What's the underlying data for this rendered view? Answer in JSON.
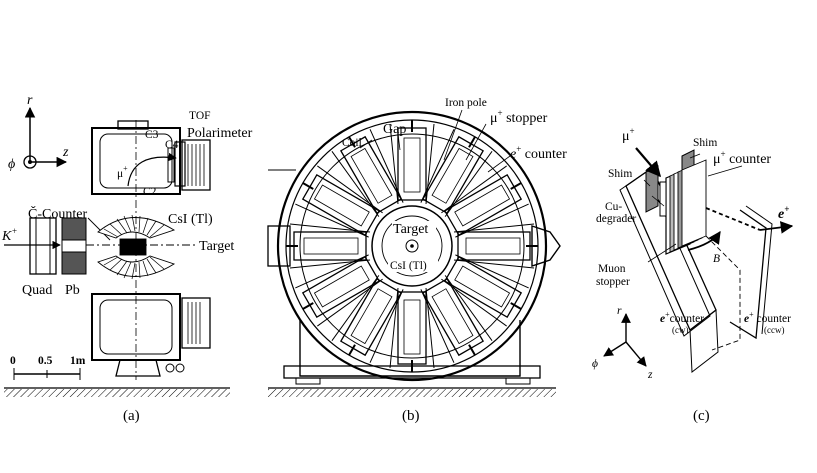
{
  "panel_a": {
    "caption": "(a)",
    "labels": {
      "r": "r",
      "phi": "ϕ",
      "z": "z",
      "c3": "C3",
      "c4": "C4",
      "tof": "TOF",
      "polarimeter": "Polarimeter",
      "mu": "μ",
      "mu_sup": "+",
      "c2": "C2",
      "c_counter": "Č-Counter",
      "csi": "CsI (Tl)",
      "kaon": "K",
      "kaon_sup": "+",
      "target": "Target",
      "quad": "Quad",
      "pb": "Pb",
      "scale_0": "0",
      "scale_05": "0.5",
      "scale_1m": "1m"
    }
  },
  "panel_b": {
    "caption": "(b)",
    "labels": {
      "coil": "Coil",
      "gap": "Gap",
      "iron_pole": "Iron pole",
      "mu_stopper": "μ",
      "mu_stopper_sup": "+",
      "mu_stopper_rest": " stopper",
      "e_counter": "e",
      "e_counter_sup": "+",
      "e_counter_rest": " counter",
      "target": "Target",
      "csi": "CsI (Tl)"
    }
  },
  "panel_c": {
    "caption": "(c)",
    "labels": {
      "mu": "μ",
      "mu_sup": "+",
      "shim_top": "Shim",
      "shim_left": "Shim",
      "mu_counter": "μ",
      "mu_counter_sup": "+",
      "mu_counter_rest": " counter",
      "cu": "Cu-",
      "degrader": "degrader",
      "e": "e",
      "e_sup": "+",
      "b": "B",
      "muon": "Muon",
      "stopper": "stopper",
      "r": "r",
      "phi": "ϕ",
      "z": "z",
      "ecw": "e",
      "ecw_sup": "+",
      "ecw_rest": "counter",
      "cw": "(cw)",
      "eccw": "e",
      "eccw_sup": "+",
      "eccw_rest": " counter",
      "ccw": "(ccw)"
    }
  }
}
